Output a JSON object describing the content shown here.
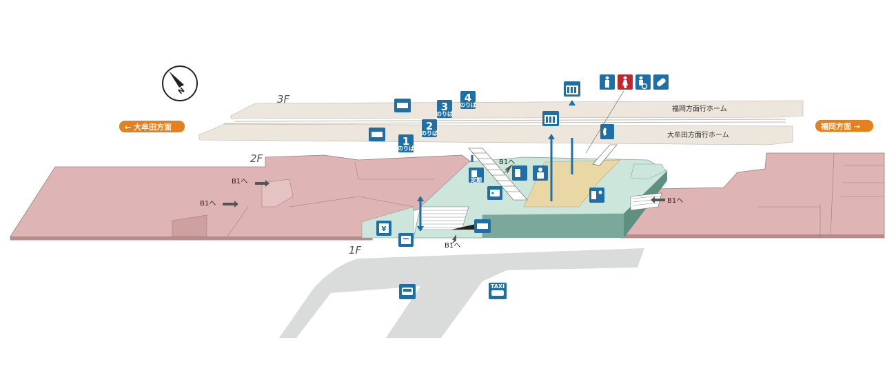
{
  "floors": {
    "f3": "3F",
    "f2": "2F",
    "f1": "1F"
  },
  "directions": {
    "left": "← 大牟田方面",
    "right": "福岡方面 →"
  },
  "platforms": {
    "upper_name": "福岡方面行ホーム",
    "lower_name": "大牟田方面行ホーム",
    "numbers": [
      {
        "num": "1",
        "sub": "のりば"
      },
      {
        "num": "2",
        "sub": "のりば"
      },
      {
        "num": "3",
        "sub": "のりば"
      },
      {
        "num": "4",
        "sub": "のりば"
      }
    ]
  },
  "labels": {
    "b1_to": "B1へ",
    "b1_arrow_right": "B1へ",
    "commuter_pass": "定期",
    "taxi": "TAXI"
  },
  "icons": [
    "compass-north-icon",
    "men-toilet-icon",
    "women-toilet-icon",
    "accessible-toilet-icon",
    "baby-bottle-icon",
    "elevator-icon",
    "telephone-icon",
    "waiting-room-icon",
    "ticket-machine-icon",
    "ticket-office-icon",
    "station-staff-icon",
    "coin-locker-icon",
    "atm-icon",
    "postbox-icon",
    "bus-icon",
    "taxi-icon"
  ],
  "colors": {
    "platform": "#ece6dd",
    "building_pink": "#dfb4b4",
    "concourse_green": "#cde6dc",
    "wall_green": "#7aa89a",
    "gate_area": "#e9d8a6",
    "road": "#d9dcdb",
    "icon_blue": "#1e6fa8",
    "direction_badge": "#e4801e",
    "women_red": "#c0282d"
  }
}
